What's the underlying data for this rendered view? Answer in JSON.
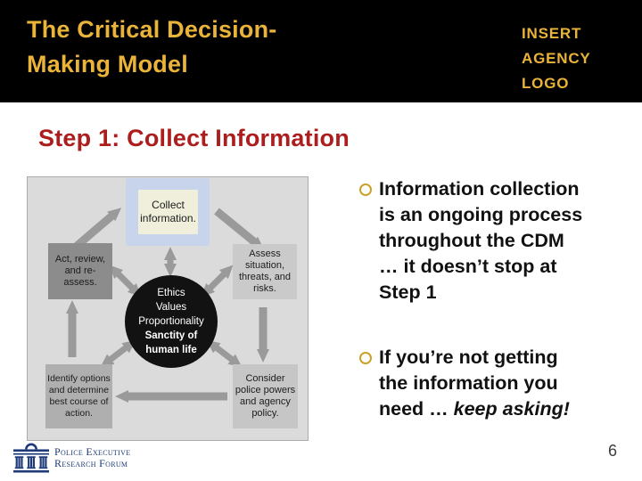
{
  "header": {
    "title_lines": [
      "The Critical Decision-",
      "Making Model"
    ],
    "logo_placeholder_lines": [
      "INSERT",
      "AGENCY",
      "LOGO"
    ]
  },
  "heading": "Step 1: Collect Information",
  "bullets": [
    {
      "lines": [
        "Information collection",
        "is an ongoing process",
        "throughout the CDM",
        "… it doesn’t stop at",
        "Step 1"
      ],
      "tail_plain": "",
      "tail_italic": ""
    },
    {
      "lines": [
        "If you’re not getting",
        "the information you"
      ],
      "tail_plain": "need … ",
      "tail_italic": "keep asking!"
    }
  ],
  "diagram": {
    "nodes": {
      "collect": "Collect information.",
      "assess": "Assess situation, threats, and risks.",
      "consider": "Consider police powers and agency policy.",
      "identify": "Identify options and determine best course of action.",
      "act": "Act, review, and re-assess."
    },
    "center_lines": [
      "Ethics",
      "Values",
      "Proportionality",
      "Sanctity of human life"
    ]
  },
  "footer": {
    "org_lines": [
      "Police Executive",
      "Research Forum"
    ],
    "page_number": "6"
  },
  "colors": {
    "header_bg": "#000000",
    "gold": "#EAB339",
    "heading_red": "#AC1E1E",
    "diagram_bg": "#DBDBDB",
    "highlight_blue": "#C7D4EC",
    "cream_box": "#F0EFDC",
    "dark_box": "#8C8C8C",
    "arrow_gray": "#9A9A9A",
    "circle_black": "#121212",
    "bullet_ring_gold": "#C9A227",
    "perf_navy": "#1E3A78"
  }
}
